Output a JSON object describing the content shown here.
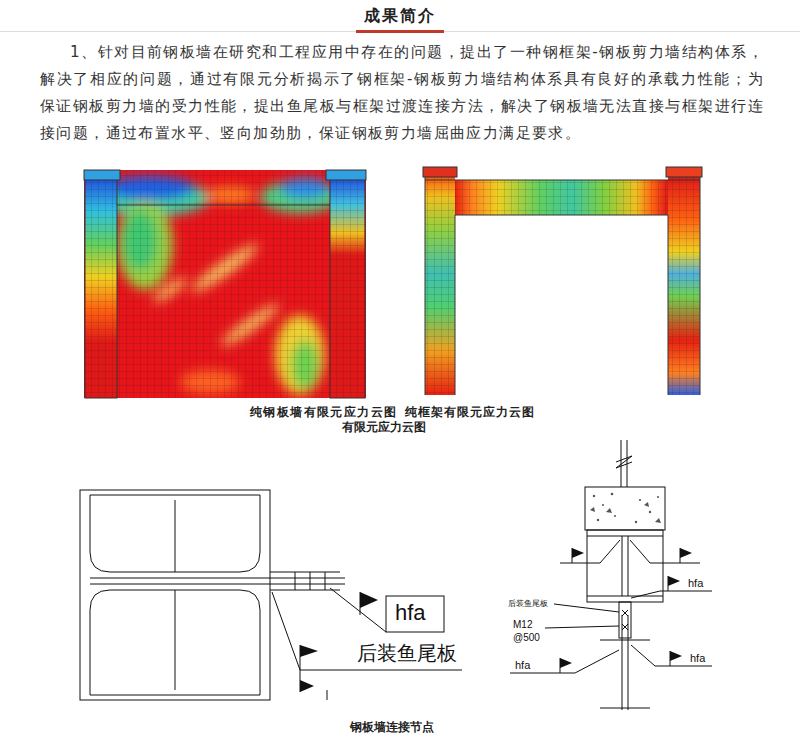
{
  "diagram": {
    "title": "成果简介",
    "caption": "钢板墙连接节点",
    "labels": [
      "1、针对目前钢板墙在研究和工程应用中存在的问题，提出了一种钢框架-钢板剪力墙结构体系，解决了相应的问题，通过有限元分析揭示了钢框架-钢板剪力墙结构体系具有良好的承载力性能；为保证钢板剪力墙的受力性能，提出鱼尾板与框架过渡连接方法，解决了钢板墙无法直接与框架进行连接问题，通过布置水平、竖向加劲肋，保证钢板剪力墙屈曲应力满足要求。",
      "纯钢板墙有限元应力云图",
      "纯框架有限元应力云图",
      "有限元应力云图",
      "hfa",
      "后装鱼尾板",
      "hfa",
      "后装鱼尾板",
      "M12",
      "@500",
      "hfa",
      "hfa"
    ]
  }
}
